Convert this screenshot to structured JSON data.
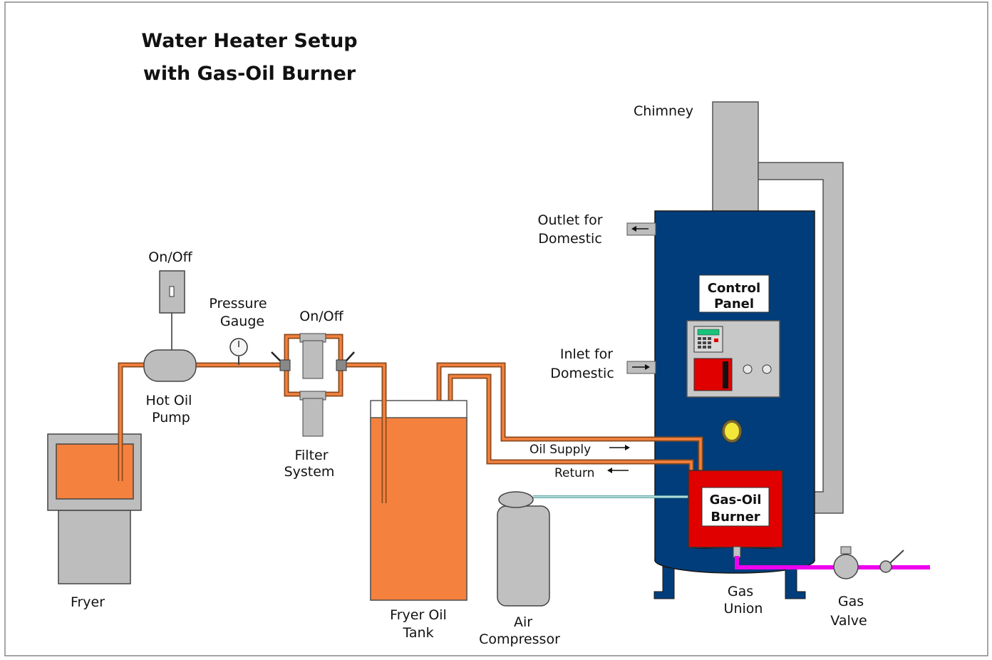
{
  "title": {
    "line1": "Water Heater Setup",
    "line2": "with Gas-Oil Burner"
  },
  "labels": {
    "chimney": "Chimney",
    "outlet_line1": "Outlet for",
    "outlet_line2": "Domestic",
    "inlet_line1": "Inlet for",
    "inlet_line2": "Domestic",
    "control_panel_line1": "Control",
    "control_panel_line2": "Panel",
    "burner_line1": "Gas-Oil",
    "burner_line2": "Burner",
    "oil_supply": "Oil Supply",
    "return": "Return",
    "pump_switch": "On/Off",
    "pressure_gauge_line1": "Pressure",
    "pressure_gauge_line2": "Gauge",
    "filter_switch": "On/Off",
    "hot_oil_pump_line1": "Hot Oil",
    "hot_oil_pump_line2": "Pump",
    "filter_system_line1": "Filter",
    "filter_system_line2": "System",
    "fryer": "Fryer",
    "fryer_oil_tank_line1": "Fryer Oil",
    "fryer_oil_tank_line2": "Tank",
    "air_compressor_line1": "Air",
    "air_compressor_line2": "Compressor",
    "gas_union_line1": "Gas",
    "gas_union_line2": "Union",
    "gas_valve_line1": "Gas",
    "gas_valve_line2": "Valve"
  },
  "colors": {
    "heater_blue": "#003d7a",
    "oil_orange": "#f5813f",
    "pipe_brown": "#8b4a1c",
    "burner_red": "#e00000",
    "gas_magenta": "#ee00ee",
    "gray_fill": "#bdbdbd",
    "air_line": "#5fa8a8"
  }
}
